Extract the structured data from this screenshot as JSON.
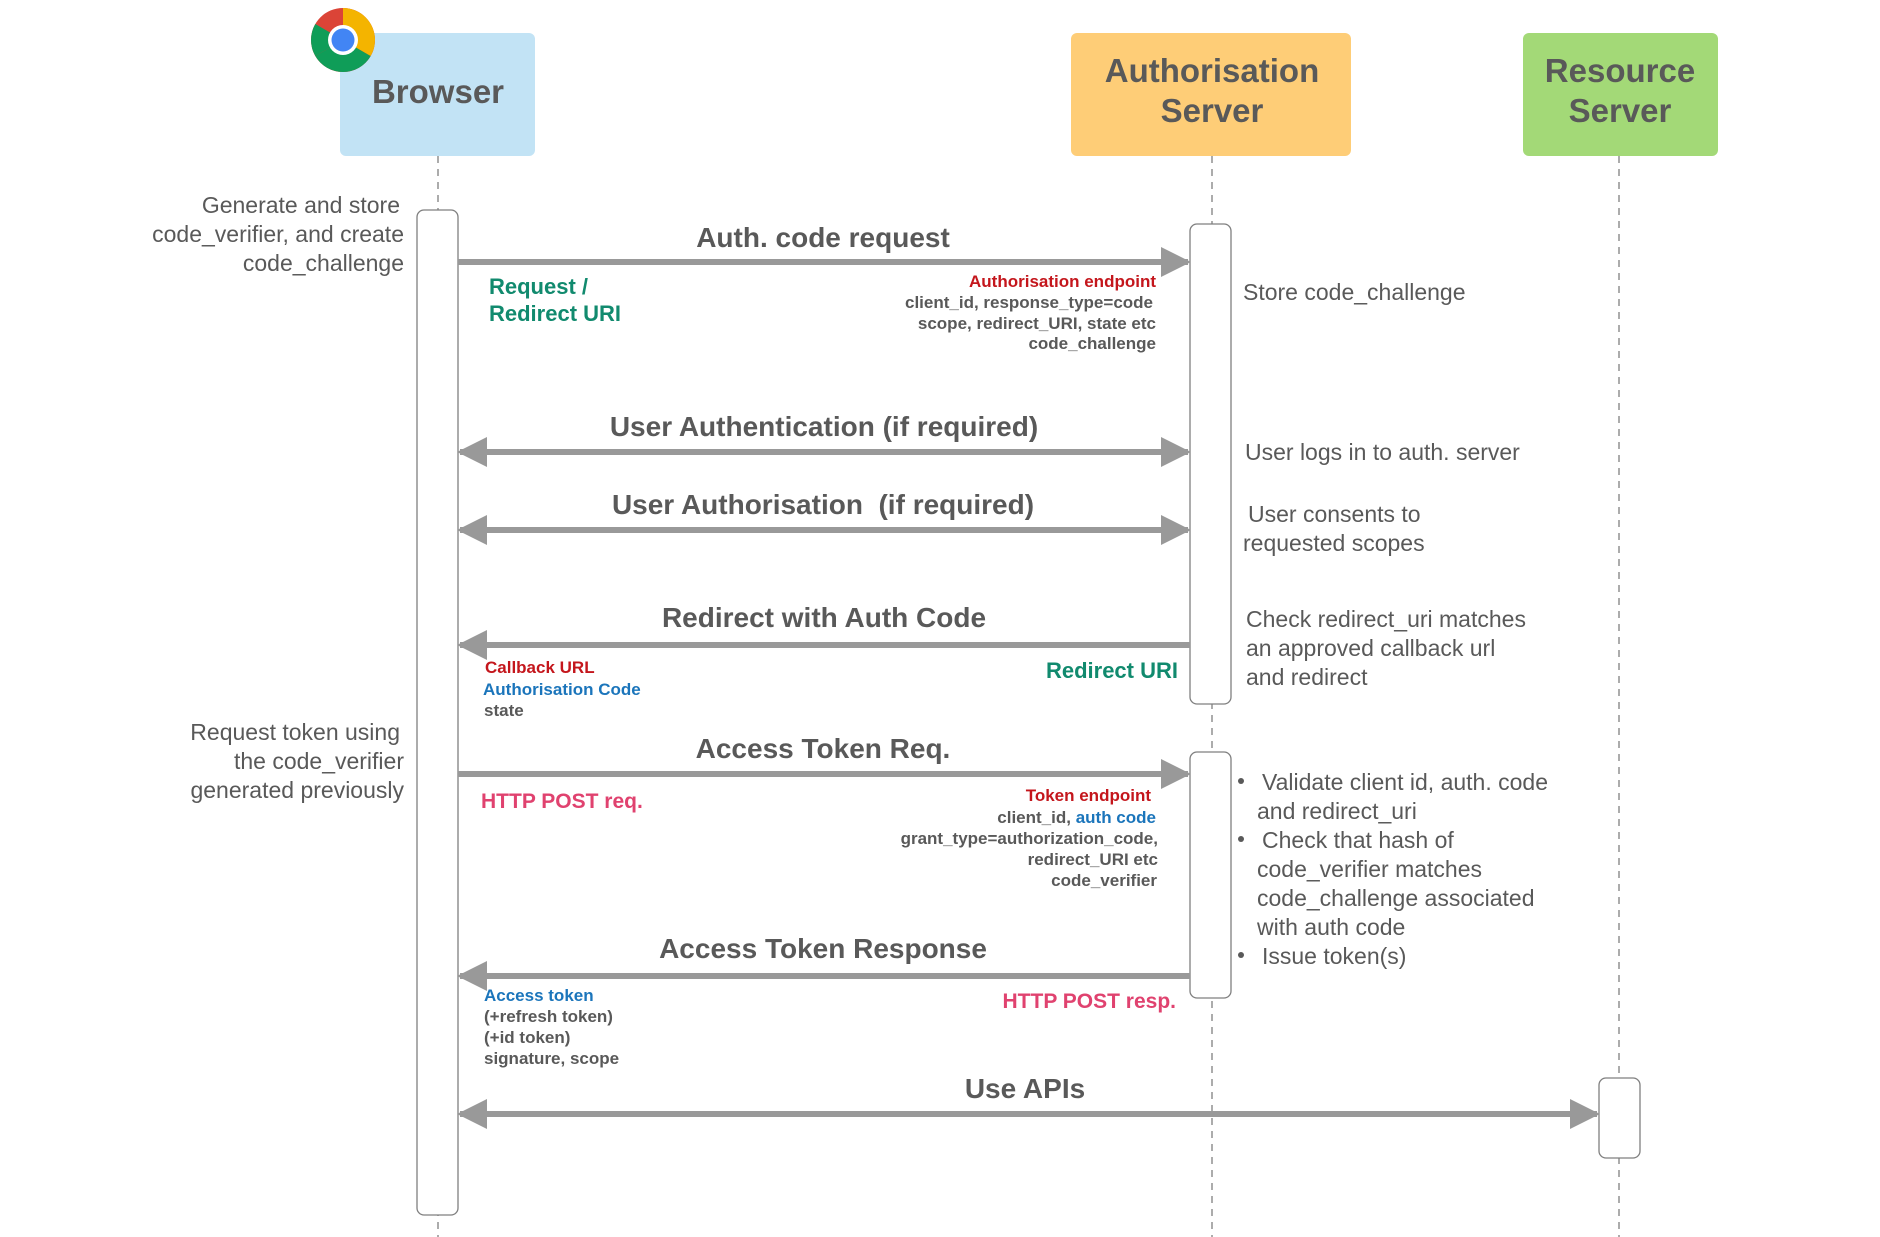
{
  "participants": {
    "browser": {
      "label": "Browser",
      "color": "#c2e3f5"
    },
    "auth_server": {
      "line1": "Authorisation",
      "line2": "Server",
      "color": "#fecd77"
    },
    "resource_server": {
      "line1": "Resource",
      "line2": "Server",
      "color": "#a3d977"
    }
  },
  "colors": {
    "arrow": "#999999",
    "text": "#595959",
    "red": "#c4161c",
    "blue": "#1b75bb",
    "green": "#118a6e",
    "pink": "#e0426f"
  },
  "left_notes": {
    "generate": [
      "Generate and store",
      "code_verifier, and create",
      "code_challenge"
    ],
    "request_token": [
      "Request token using",
      "the code_verifier",
      "generated previously"
    ]
  },
  "messages": {
    "auth_code_request": {
      "title": "Auth. code request",
      "left_note": [
        "Request /",
        "Redirect URI"
      ],
      "endpoint": "Authorisation endpoint",
      "details": [
        "client_id, response_type=code",
        "scope, redirect_URI, state etc",
        "code_challenge"
      ]
    },
    "user_authentication": {
      "title": "User Authentication (if required)"
    },
    "user_authorisation": {
      "title": "User Authorisation  (if required)"
    },
    "redirect_auth_code": {
      "title": "Redirect with Auth Code",
      "callback_url": "Callback URL",
      "authorisation_code": "Authorisation Code",
      "state": "state",
      "redirect_uri": "Redirect URI"
    },
    "access_token_req": {
      "title": "Access Token Req.",
      "http_post": "HTTP POST req.",
      "endpoint": "Token endpoint",
      "client_id": "client_id,",
      "auth_code": "auth code",
      "details": [
        "grant_type=authorization_code,",
        "redirect_URI etc",
        "code_verifier"
      ]
    },
    "access_token_resp": {
      "title": "Access Token Response",
      "access_token": "Access token",
      "details": [
        "(+refresh token)",
        "(+id token)",
        "signature, scope"
      ],
      "http_post": "HTTP POST resp."
    },
    "use_apis": {
      "title": "Use APIs"
    }
  },
  "right_notes": {
    "store": "Store code_challenge",
    "logs_in": "User logs in to auth. server",
    "consents": [
      "User consents to",
      "requested scopes"
    ],
    "check_redirect": [
      "Check redirect_uri matches",
      "an approved callback url",
      "and redirect"
    ],
    "bullets": [
      [
        "Validate client id, auth. code",
        "and redirect_uri"
      ],
      [
        "Check that hash of",
        "code_verifier matches",
        "code_challenge associated",
        "with auth code"
      ],
      [
        "Issue token(s)"
      ]
    ]
  }
}
